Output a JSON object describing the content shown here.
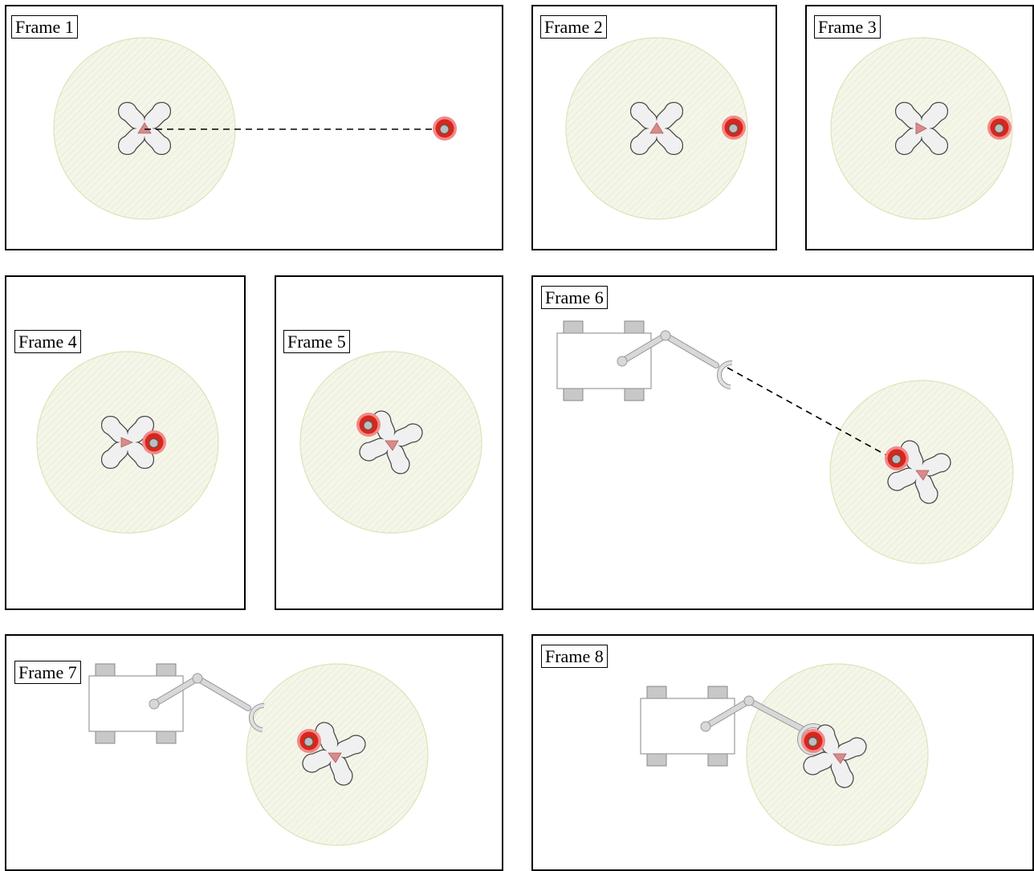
{
  "frames": [
    {
      "label": "Frame 1"
    },
    {
      "label": "Frame 2"
    },
    {
      "label": "Frame 3"
    },
    {
      "label": "Frame 4"
    },
    {
      "label": "Frame 5"
    },
    {
      "label": "Frame 6"
    },
    {
      "label": "Frame 7"
    },
    {
      "label": "Frame 8"
    }
  ],
  "colors": {
    "border": "#000000",
    "range_fill": "#f4f5e6",
    "range_stroke": "#dfe2b8",
    "drone_body": "#f0f0f0",
    "drone_stroke": "#444444",
    "heading": "#d98a8a",
    "target": "#d9261c",
    "target_ring": "#f08080",
    "robot_body": "#ffffff",
    "robot_wheel": "#c8c8c8",
    "arm": "#d0d0d0"
  },
  "icons": {
    "drone": "quadrotor-icon",
    "target": "target-ball-icon",
    "robot": "mobile-manipulator-icon"
  }
}
